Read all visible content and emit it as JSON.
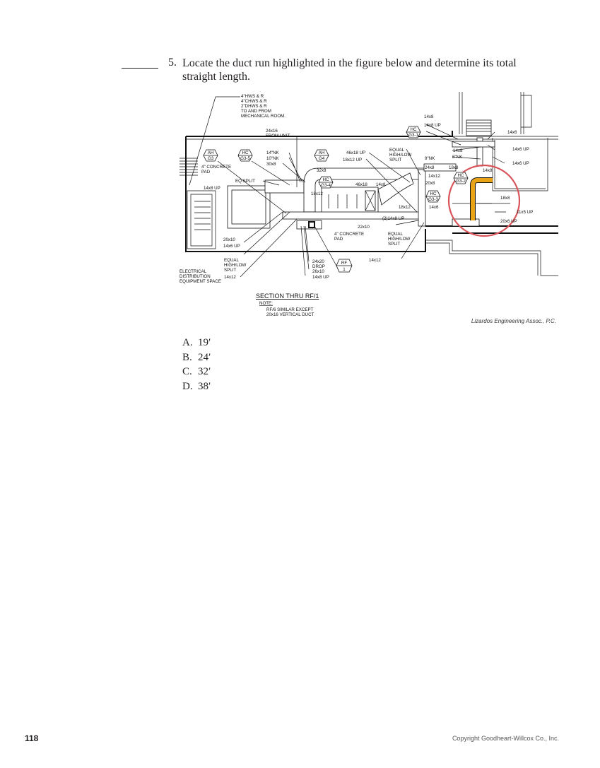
{
  "question": {
    "number": "5.",
    "text": "Locate the duct run highlighted in the figure below and determine its total straight length."
  },
  "figure": {
    "credit": "Lizardos Engineering Assoc., P.C.",
    "highlight_color": "#e8a317",
    "circle_color": "#d9545a",
    "title": "SECTION THRU RF/1",
    "note_label": "NOTE:",
    "note_lines": [
      "RF/6 SIMILAR EXCEPT",
      "20x16 VERTICAL DUCT"
    ],
    "pipe_lines": [
      "4\"HWS & R",
      "4\"CHWS & R",
      "2\"DHWS & R",
      "TO AND FROM",
      "MECHANICAL ROOM."
    ],
    "tags": {
      "ah_g3": [
        "AH",
        "G3"
      ],
      "hc_g3_5": [
        "HC",
        "G3-5"
      ],
      "ah_g4": [
        "AH",
        "G4"
      ],
      "hc_g3_4": [
        "HC",
        "G3-4"
      ],
      "hc_g3_1": [
        "HC",
        "G3-1"
      ],
      "hc_g3_2": [
        "HC",
        "G3-2"
      ],
      "hc_g3_3": [
        "HC",
        "G3-3"
      ],
      "rf_1": [
        "RF",
        "1"
      ]
    },
    "labels": {
      "from_unit_1": "24x16",
      "from_unit_2": "FROM UNIT",
      "nk14": "14\"NK",
      "nk10": "10\"NK",
      "d30x8": "30x8",
      "pad1": "4\" CONCRETE",
      "pad1b": "PAD",
      "eqsplit": "EQ.SPLIT",
      "up14x8_left": "14x8 UP",
      "d46x18up": "46x18 UP",
      "d18x12up": "18x12 UP",
      "equal1": "EQUAL",
      "highlow1": "HIGH/LOW",
      "split1": "SPLIT",
      "d32x8": "32x8",
      "d46x18": "46x18",
      "d14x8a": "14x8",
      "d18x12a": "18x12",
      "d18x12b": "18x12",
      "d14x8up2": "(2)14x8 UP",
      "d22x10": "22x10",
      "pad2": "4\" CONCRETE",
      "pad2b": "PAD",
      "equal2": "EQUAL",
      "highlow2": "HIGH/LOW",
      "split2": "SPLIT",
      "d14x12c": "14x12",
      "d20x10": "20x10",
      "d14x6up_l": "14x6 UP",
      "equal3": "EQUAL",
      "highlow3": "HIGH/LOW",
      "split3": "SPLIT",
      "d14x12d": "14x12",
      "elec1": "ELECTRICAL",
      "elec2": "DISTRIBUTION",
      "elec3": "EQUIPMENT SPACE",
      "d24x20": "24x20",
      "drop": "DROP",
      "d26x10": "26x10",
      "d14x8up3": "14x8 UP",
      "d14x8top": "14x8",
      "d14x8uptop": "14x8 UP",
      "d14x6a": "14x6",
      "d14x8b": "14x8",
      "nk8": "8\"NK",
      "nk9": "9\"NK",
      "d24x8": "24x8",
      "d18x8": "18x8",
      "d14x12e": "14x12",
      "d20x8": "20x8",
      "d14x6b": "14x6",
      "d14x6up_r": "14x6 UP",
      "d14x6up_r2": "14x6 UP",
      "d14x8hl": "14x8",
      "d18x8hl": "18x8",
      "d11x5up": "11x5 UP",
      "d20x6up": "20x6 UP"
    }
  },
  "choices": [
    {
      "letter": "A.",
      "value": "19′"
    },
    {
      "letter": "B.",
      "value": "24′"
    },
    {
      "letter": "C.",
      "value": "32′"
    },
    {
      "letter": "D.",
      "value": "38′"
    }
  ],
  "footer": {
    "page_number": "118",
    "copyright": "Copyright Goodheart-Willcox Co., Inc."
  }
}
